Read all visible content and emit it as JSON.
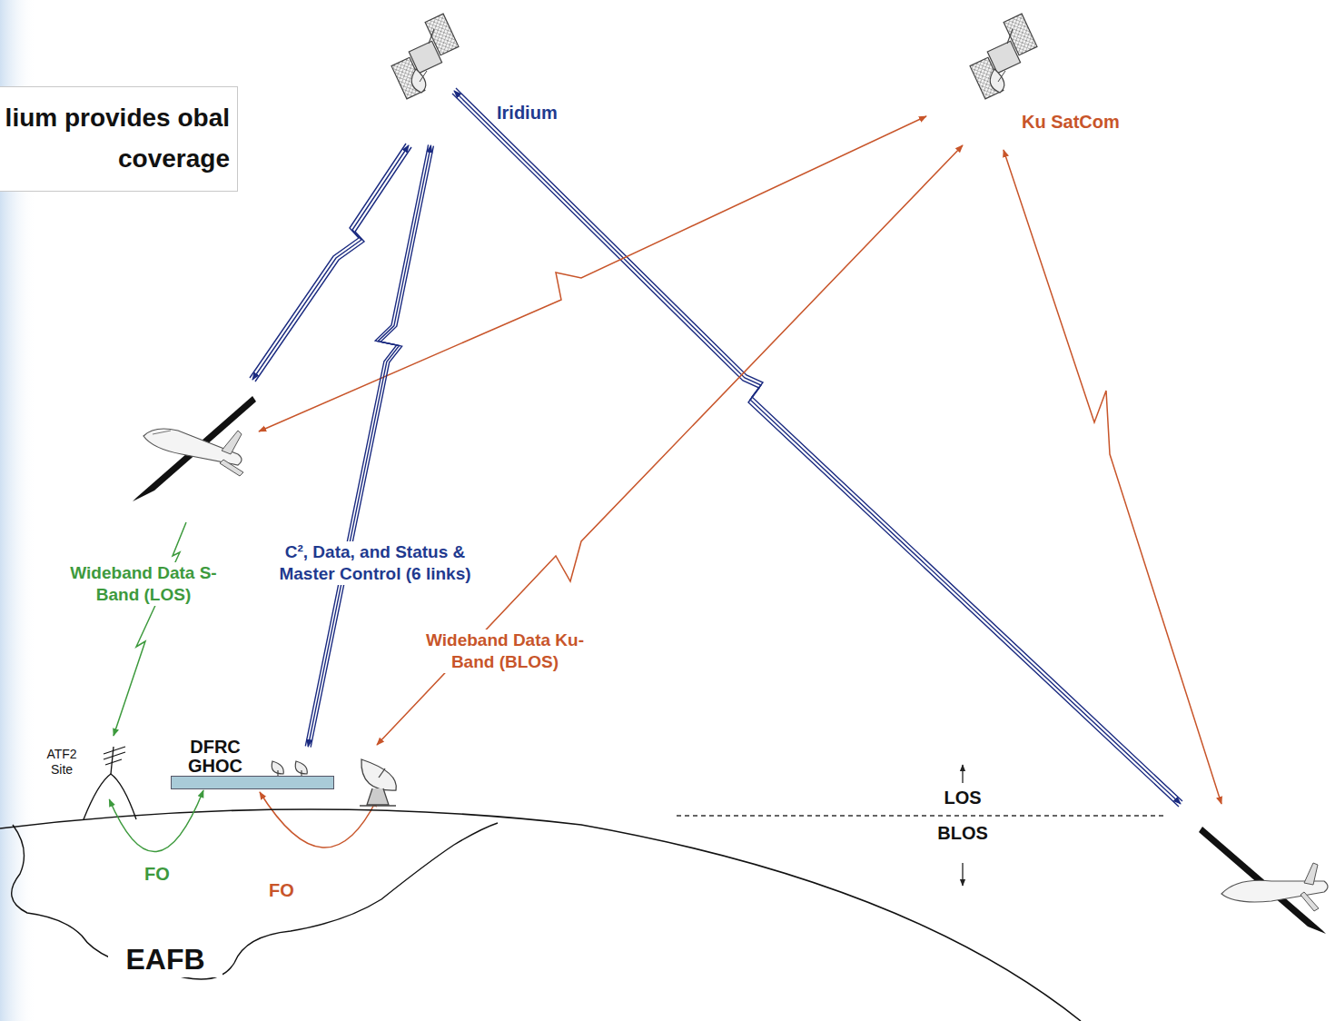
{
  "diagram": {
    "nodes": [
      {
        "text": [
          "lium provides obal coverage"
        ]
      },
      {
        "text": [
          "Iridium"
        ]
      },
      {
        "text": [
          "Ku SatCom"
        ]
      },
      {
        "text": [
          "ATF2 Site"
        ]
      },
      {
        "text": [
          "DFRC GHOC"
        ]
      }
    ],
    "edges": [
      {
        "from": 1,
        "to": 4,
        "arrow": "both",
        "label": "C², Data, and Status & Master Control (6 links)"
      },
      {
        "from": 3,
        "to": 4,
        "arrow": "both",
        "label": "FO"
      }
    ],
    "labels": [
      "Wideband Data S-Band (LOS)",
      "Wideband Data Ku-Band (BLOS)",
      "FO",
      "EAFB",
      "LOS",
      "BLOS"
    ]
  }
}
